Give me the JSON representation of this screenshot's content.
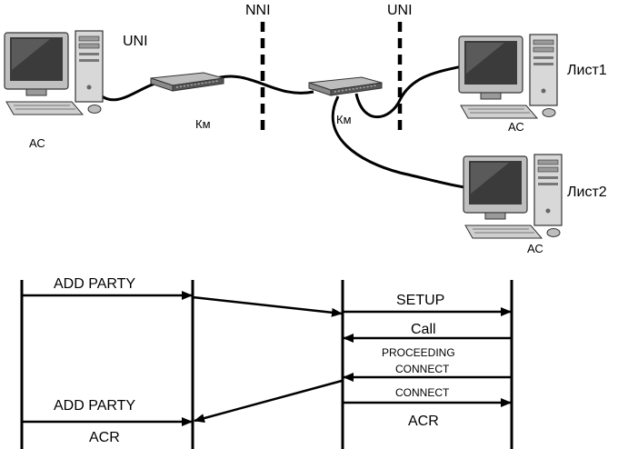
{
  "network": {
    "interfaces": {
      "nni": "NNI",
      "uni_right": "UNI",
      "uni_left": "UNI"
    },
    "switches": {
      "left": "Км",
      "right": "Км"
    },
    "stations": {
      "root_label": "АС",
      "leaf1_name": "Лист1",
      "leaf1_label": "АС",
      "leaf2_name": "Лист2",
      "leaf2_label": "АС"
    }
  },
  "sequence": {
    "add_party_top": "ADD PARTY",
    "setup": "SETUP",
    "call": "Call",
    "proceeding": "PROCEEDING",
    "connect_1": "CONNECT",
    "connect_2": "CONNECT",
    "add_party_bottom": "ADD PARTY",
    "acr_left": "ACR",
    "acr_right": "ACR"
  }
}
